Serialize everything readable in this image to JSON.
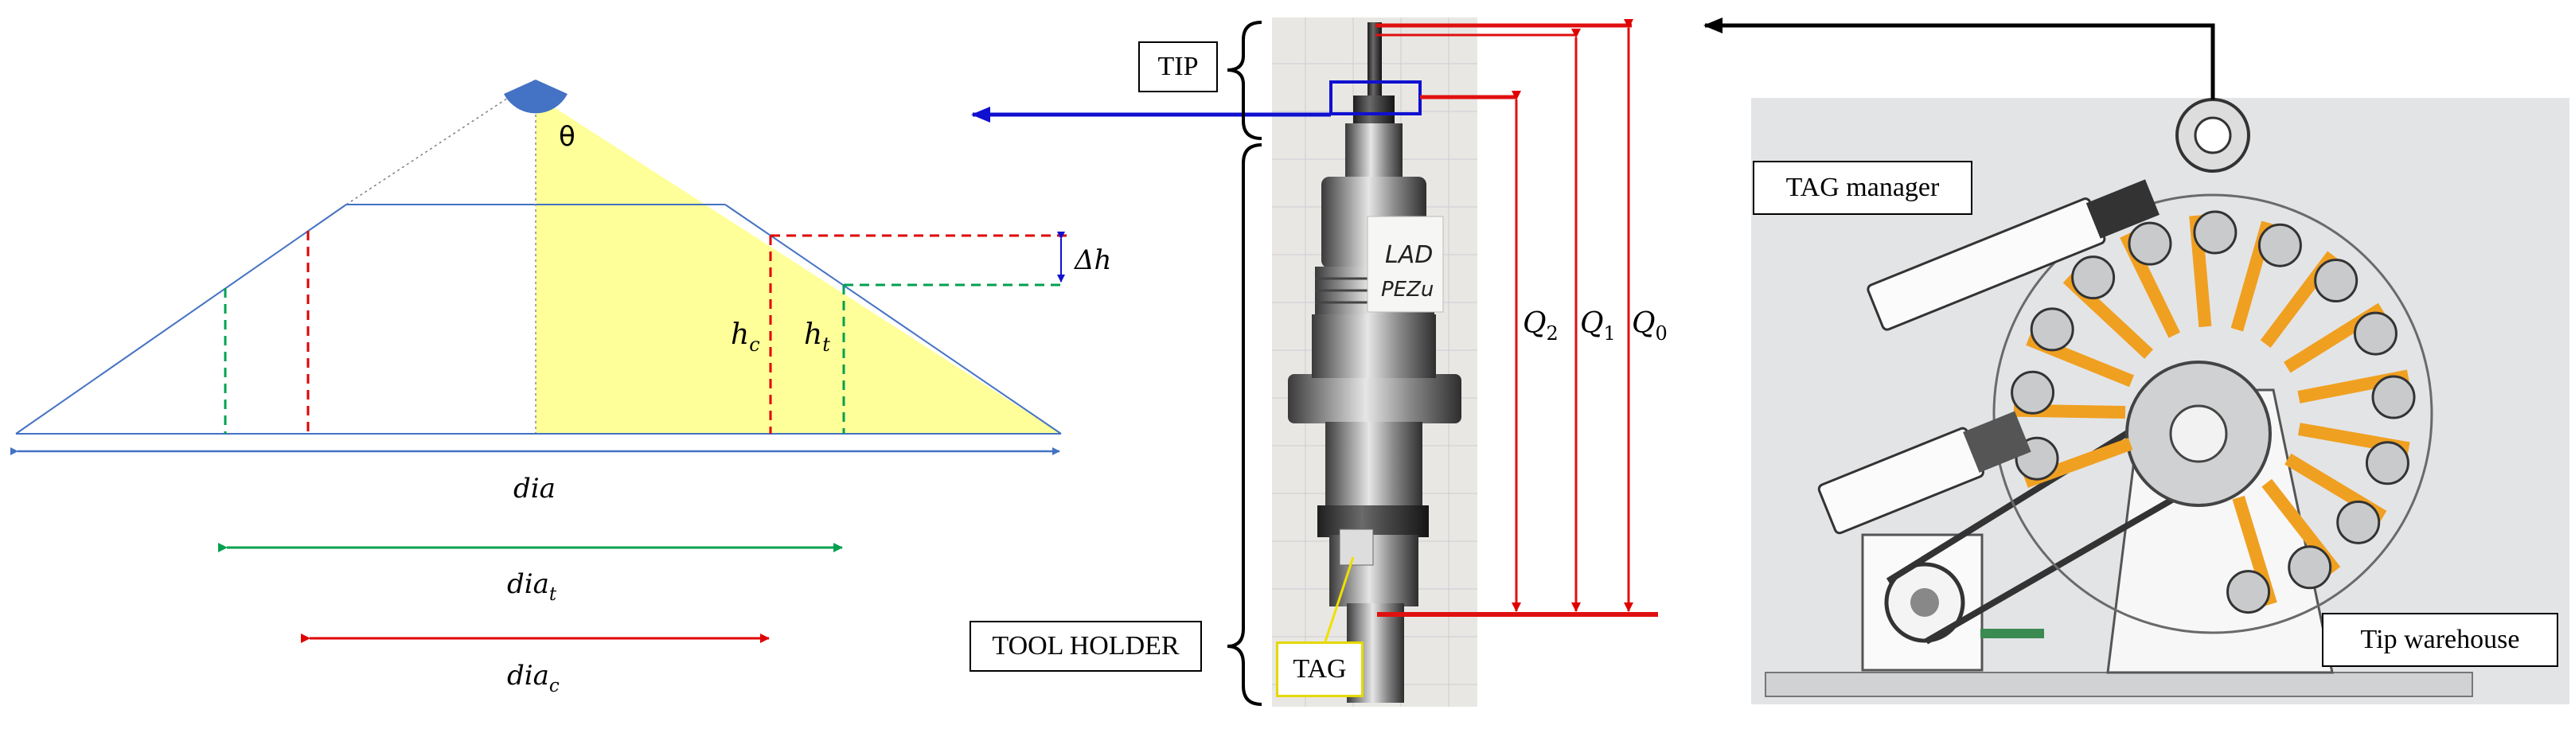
{
  "cone": {
    "angle_label": "θ",
    "delta_h_label": "Δh",
    "hc_base": "h",
    "hc_sub": "c",
    "ht_base": "h",
    "ht_sub": "t",
    "dia_label": "dia",
    "dia_t_base": "dia",
    "dia_t_sub": "t",
    "dia_c_base": "dia",
    "dia_c_sub": "c"
  },
  "tool": {
    "tip_label": "TIP",
    "holder_label": "TOOL HOLDER",
    "tag_label": "TAG",
    "q2_base": "Q",
    "q2_sub": "2",
    "q1_base": "Q",
    "q1_sub": "1",
    "q0_base": "Q",
    "q0_sub": "0",
    "sticker_line1": "LAD",
    "sticker_line2": "PEZu"
  },
  "machine": {
    "tag_manager_label": "TAG manager",
    "warehouse_label": "Tip warehouse"
  },
  "colors": {
    "fill_yellow": "#ffff99",
    "cone_blue": "#4472c4",
    "dashed_red": "#e00000",
    "dashed_green": "#00a050",
    "arrow_blue": "#1010d0",
    "q_red": "#e01010",
    "sector_blue": "#4472c4"
  }
}
